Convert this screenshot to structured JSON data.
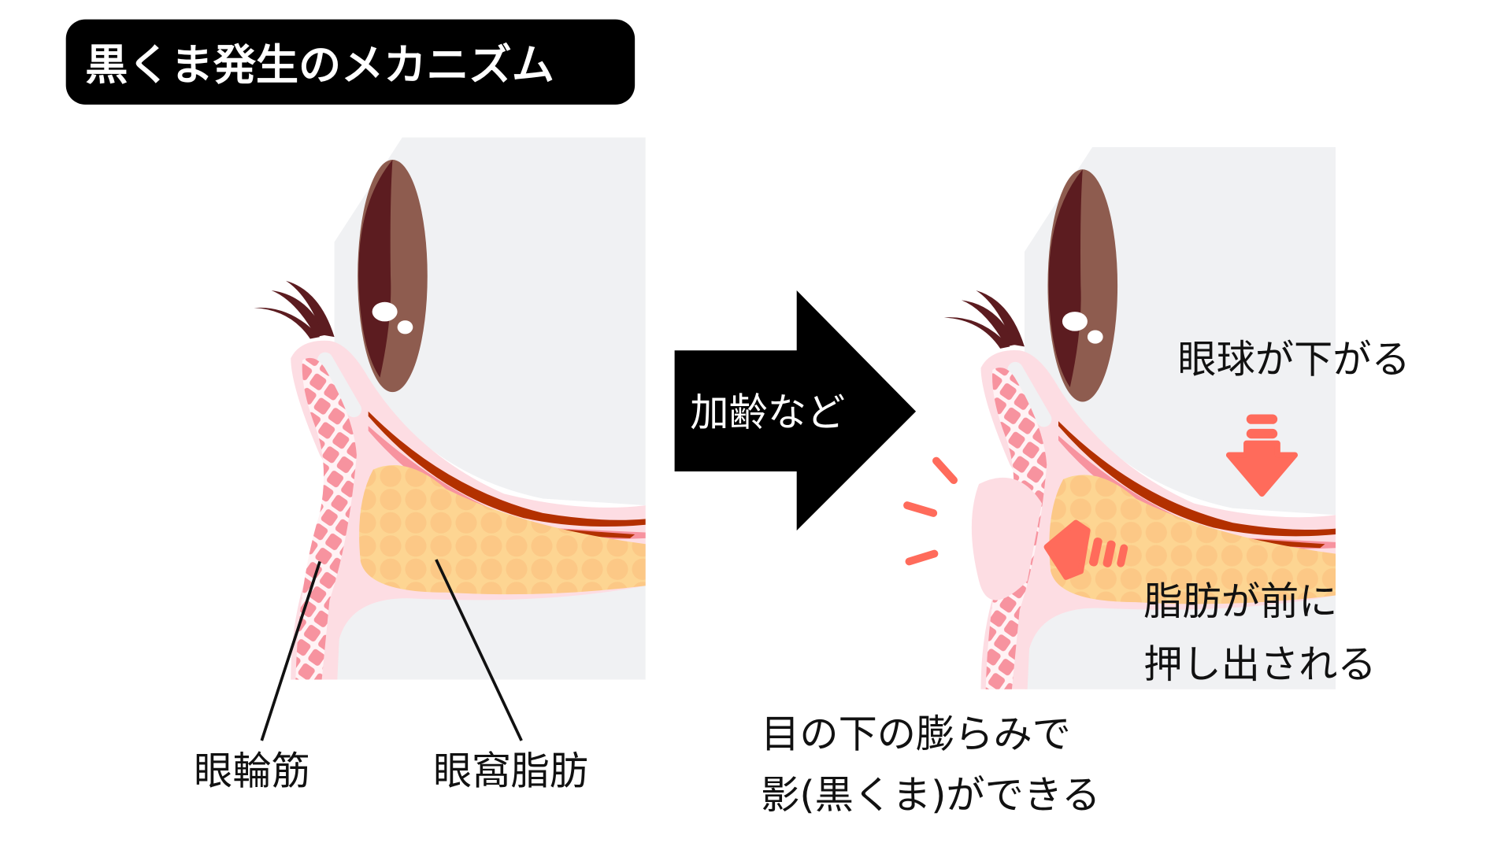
{
  "title": "黒くま発生のメカニズム",
  "arrow_label": "加齢など",
  "left": {
    "labels": {
      "muscle": "眼輪筋",
      "fat": "眼窩脂肪"
    }
  },
  "right": {
    "eyeball_drop": "眼球が下がる",
    "fat_push_line1": "脂肪が前に",
    "fat_push_line2": "押し出される",
    "result_line1": "目の下の膨らみで",
    "result_line2": "影(黒くま)ができる"
  },
  "colors": {
    "panel": "#f0f1f3",
    "skin": "#fddde3",
    "muscle": "#f7939f",
    "fat": "#fcc886",
    "iris": "#8e5c4f",
    "iris_dark": "#5c1c20",
    "vessel": "#b33000",
    "accent": "#ff6b5b"
  }
}
